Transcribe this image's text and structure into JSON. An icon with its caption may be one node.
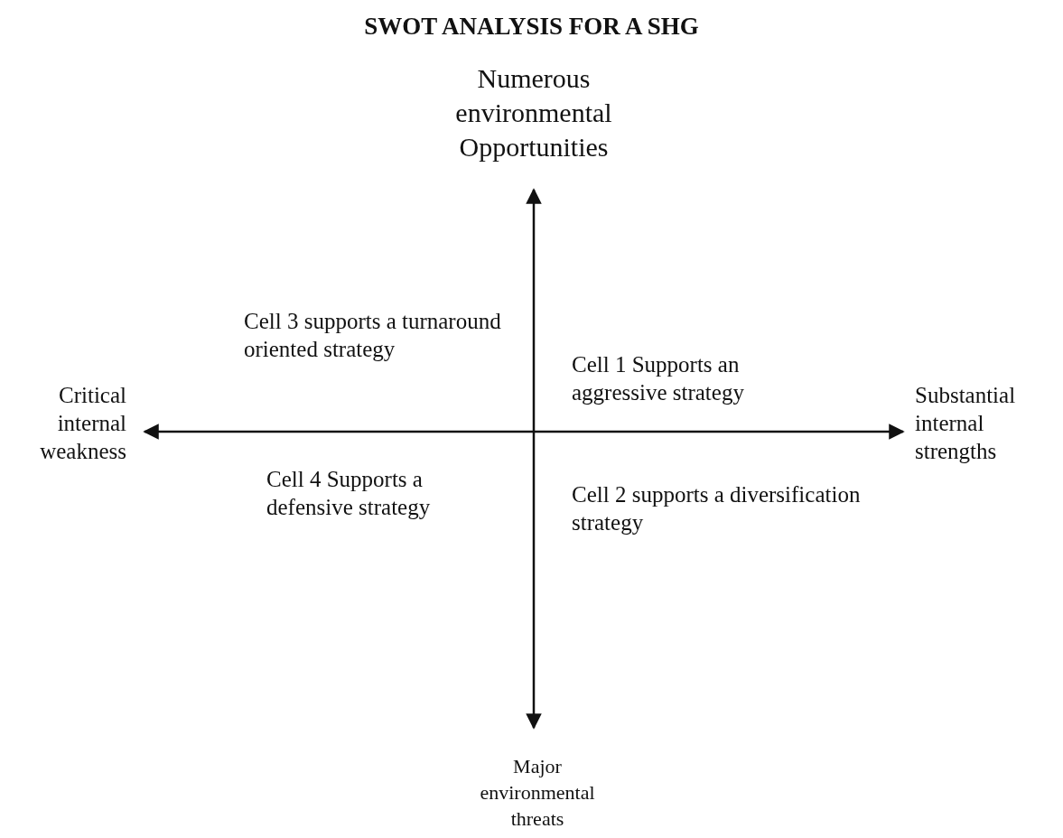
{
  "diagram": {
    "title": "SWOT ANALYSIS FOR A SHG",
    "labels": [
      "Numerous environmental Opportunities",
      "Cell 3 supports a turnaround oriented strategy",
      "Cell 1 Supports an aggressive strategy",
      "Critical internal weakness",
      "Substantial internal strengths",
      "Cell 4 Supports a defensive strategy",
      "Cell 2 supports a diversification strategy",
      "Major environmental threats"
    ]
  }
}
